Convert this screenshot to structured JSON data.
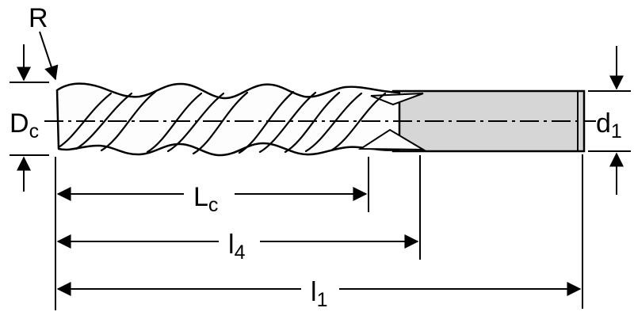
{
  "labels": {
    "corner_radius": "R",
    "cutting_diameter": {
      "base": "D",
      "sub": "c"
    },
    "shank_diameter": {
      "base": "d",
      "sub": "1"
    },
    "flute_length": {
      "base": "L",
      "sub": "c"
    },
    "length_l4": {
      "base": "l",
      "sub": "4"
    },
    "overall_length": {
      "base": "l",
      "sub": "1"
    }
  },
  "colors": {
    "line": "#000000",
    "shank_fill": "#d6d6d6",
    "flute_fill": "#fdfdfd",
    "background": "#ffffff"
  }
}
